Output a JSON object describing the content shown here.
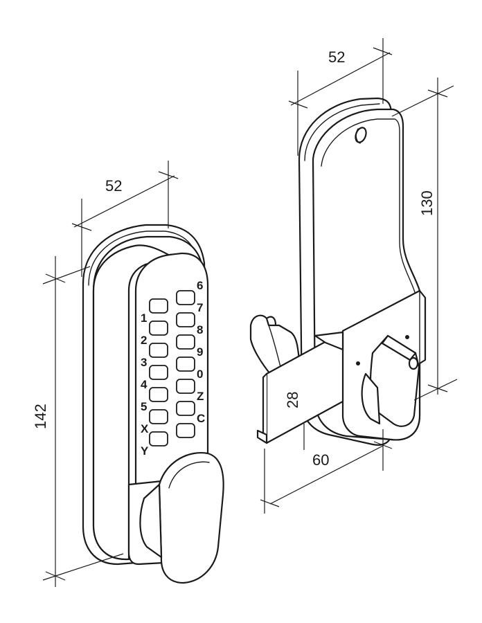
{
  "dimensions": {
    "front_width": "52",
    "front_height": "142",
    "rear_width": "52",
    "rear_height": "130",
    "latch_depth": "28",
    "latch_length": "60"
  },
  "keypad": {
    "left_labels": [
      "1",
      "2",
      "3",
      "4",
      "5",
      "X",
      "Y"
    ],
    "right_labels": [
      "6",
      "7",
      "8",
      "9",
      "0",
      "Z",
      "C"
    ]
  }
}
